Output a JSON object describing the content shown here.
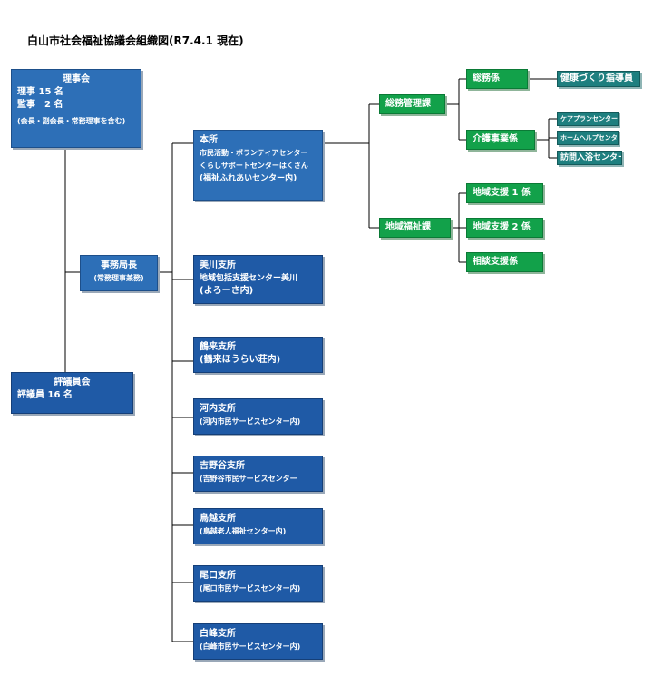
{
  "title": "白山市社会福祉協議会組織図(R7.4.1 現在)",
  "board": {
    "name": "理事会",
    "line1": "理事 15 名",
    "line2": "監事　2 名",
    "note": "(会長・副会長・常務理事を含む)"
  },
  "council": {
    "name": "評議員会",
    "line1": "評議員 16 名"
  },
  "secretary": {
    "name": "事務局長",
    "note": "(常務理事兼務)"
  },
  "honsho": {
    "name": "本所",
    "line1": "市民活動・ボランティアセンター",
    "line2": "くらしサポートセンターはくさん",
    "line3": "(福祉ふれあいセンター内)"
  },
  "branches": [
    {
      "name": "美川支所",
      "line1": "地域包括支援センター美川",
      "line2": "(よろーさ内)"
    },
    {
      "name": "鶴来支所",
      "line1": "(鶴来ほうらい荘内)"
    },
    {
      "name": "河内支所",
      "line1": "(河内市民サービスセンター内)"
    },
    {
      "name": "吉野谷支所",
      "line1": "(吉野谷市民サービスセンター"
    },
    {
      "name": "鳥越支所",
      "line1": "(鳥越老人福祉センター内)"
    },
    {
      "name": "尾口支所",
      "line1": "(尾口市民サービスセンター内)"
    },
    {
      "name": "白峰支所",
      "line1": "(白峰市民サービスセンター内)"
    }
  ],
  "sections": {
    "soumu_kanri": "総務管理課",
    "chiiki_fukushi": "地域福祉課",
    "soumu": "総務係",
    "kaigo": "介護事業係",
    "chiiki1": "地域支援 1 係",
    "chiiki2": "地域支援 2 係",
    "soudan": "相談支援係"
  },
  "units": {
    "kenkou": "健康づくり指導員",
    "careplan": "ケアプランセンター",
    "homehelp": "ホームヘルプセンター",
    "houmon": "訪問入浴センター"
  },
  "colors": {
    "blue": "#2d6fb7",
    "green": "#12a14a",
    "teal": "#1e7f7f",
    "line": "#000000"
  }
}
